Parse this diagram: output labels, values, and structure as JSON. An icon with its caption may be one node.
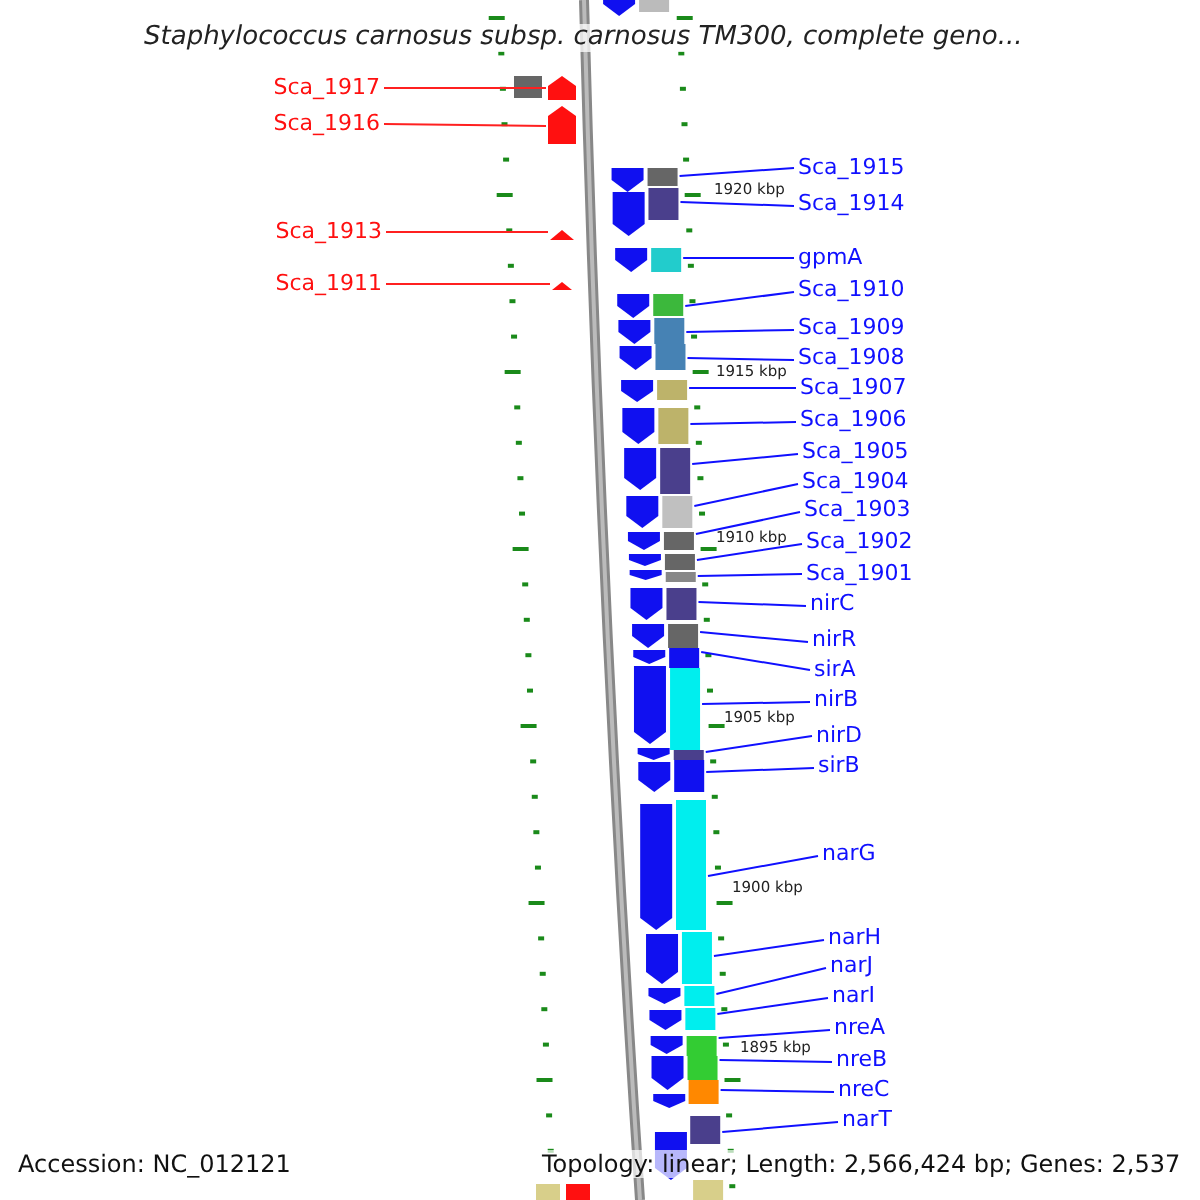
{
  "diagram": {
    "title": "Staphylococcus carnosus subsp. carnosus TM300, complete geno...",
    "nodes": [
      {
        "text": [
          "Sca_1917"
        ]
      },
      {
        "text": [
          "Sca_1916"
        ]
      },
      {
        "text": [
          "Sca_1915"
        ]
      },
      {
        "text": [
          "Sca_1914"
        ]
      },
      {
        "text": [
          "Sca_1913"
        ]
      },
      {
        "text": [
          "gpmA"
        ]
      },
      {
        "text": [
          "Sca_1911"
        ]
      },
      {
        "text": [
          "Sca_1910"
        ]
      },
      {
        "text": [
          "Sca_1909"
        ]
      },
      {
        "text": [
          "Sca_1908"
        ]
      },
      {
        "text": [
          "Sca_1907"
        ]
      },
      {
        "text": [
          "Sca_1906"
        ]
      },
      {
        "text": [
          "Sca_1905"
        ]
      },
      {
        "text": [
          "Sca_1904"
        ]
      },
      {
        "text": [
          "Sca_1903"
        ]
      },
      {
        "text": [
          "Sca_1902"
        ]
      },
      {
        "text": [
          "Sca_1901"
        ]
      },
      {
        "text": [
          "nirC"
        ]
      },
      {
        "text": [
          "nirR"
        ]
      },
      {
        "text": [
          "sirA"
        ]
      },
      {
        "text": [
          "nirB"
        ]
      },
      {
        "text": [
          "nirD"
        ]
      },
      {
        "text": [
          "sirB"
        ]
      },
      {
        "text": [
          "narG"
        ]
      },
      {
        "text": [
          "narH"
        ]
      },
      {
        "text": [
          "narJ"
        ]
      },
      {
        "text": [
          "narI"
        ]
      },
      {
        "text": [
          "nreA"
        ]
      },
      {
        "text": [
          "nreB"
        ]
      },
      {
        "text": [
          "nreC"
        ]
      },
      {
        "text": [
          "narT"
        ]
      },
      {
        "text": [],
        "shape": "box"
      },
      {
        "text": [],
        "shape": "box"
      },
      {
        "text": [],
        "shape": "box"
      },
      {
        "text": [],
        "shape": "box"
      },
      {
        "text": [],
        "shape": "box"
      },
      {
        "text": [],
        "shape": "box"
      },
      {
        "text": [],
        "shape": "box"
      },
      {
        "text": [],
        "shape": "box"
      },
      {
        "text": [],
        "shape": "box"
      },
      {
        "text": [],
        "shape": "box"
      },
      {
        "text": [],
        "shape": "box"
      },
      {
        "text": [],
        "shape": "box"
      },
      {
        "text": [],
        "shape": "box"
      },
      {
        "text": [],
        "shape": "box"
      },
      {
        "text": [],
        "shape": "box"
      },
      {
        "text": [],
        "shape": "box"
      },
      {
        "text": [],
        "shape": "box"
      },
      {
        "text": [],
        "shape": "box"
      },
      {
        "text": [],
        "shape": "box"
      },
      {
        "text": [],
        "shape": "box"
      },
      {
        "text": [],
        "shape": "box"
      },
      {
        "text": [],
        "shape": "box"
      },
      {
        "text": [],
        "shape": "box"
      },
      {
        "text": [],
        "shape": "box"
      },
      {
        "text": [],
        "shape": "box"
      },
      {
        "text": [],
        "shape": "box"
      },
      {
        "text": [],
        "shape": "box"
      },
      {
        "text": [],
        "shape": "box"
      },
      {
        "text": [],
        "shape": "box"
      },
      {
        "text": [],
        "shape": "box"
      },
      {
        "text": [],
        "shape": "box"
      }
    ],
    "edges": [
      {
        "from": 0,
        "to": 31,
        "arrow": "none",
        "color": "#ff2020"
      },
      {
        "from": 1,
        "to": 32,
        "arrow": "none",
        "color": "#ff2020"
      },
      {
        "from": 2,
        "to": 33,
        "arrow": "none"
      },
      {
        "from": 3,
        "to": 34,
        "arrow": "none"
      },
      {
        "from": 4,
        "to": 35,
        "arrow": "none",
        "color": "#ff2020"
      },
      {
        "from": 5,
        "to": 36,
        "arrow": "none"
      },
      {
        "from": 6,
        "to": 37,
        "arrow": "none",
        "color": "#ff2020"
      },
      {
        "from": 7,
        "to": 38,
        "arrow": "none"
      },
      {
        "from": 8,
        "to": 39,
        "arrow": "none"
      },
      {
        "from": 9,
        "to": 40,
        "arrow": "none"
      },
      {
        "from": 10,
        "to": 41,
        "arrow": "none"
      },
      {
        "from": 11,
        "to": 42,
        "arrow": "none"
      },
      {
        "from": 12,
        "to": 43,
        "arrow": "none"
      },
      {
        "from": 13,
        "to": 44,
        "arrow": "none"
      },
      {
        "from": 14,
        "to": 45,
        "arrow": "none"
      },
      {
        "from": 15,
        "to": 46,
        "arrow": "none"
      },
      {
        "from": 16,
        "to": 47,
        "arrow": "none"
      },
      {
        "from": 17,
        "to": 48,
        "arrow": "none"
      },
      {
        "from": 18,
        "to": 49,
        "arrow": "none"
      },
      {
        "from": 19,
        "to": 50,
        "arrow": "none"
      },
      {
        "from": 20,
        "to": 51,
        "arrow": "none"
      },
      {
        "from": 21,
        "to": 52,
        "arrow": "none"
      },
      {
        "from": 22,
        "to": 53,
        "arrow": "none"
      },
      {
        "from": 23,
        "to": 54,
        "arrow": "none"
      },
      {
        "from": 24,
        "to": 55,
        "arrow": "none"
      },
      {
        "from": 25,
        "to": 56,
        "arrow": "none"
      },
      {
        "from": 26,
        "to": 57,
        "arrow": "none"
      },
      {
        "from": 27,
        "to": 58,
        "arrow": "none"
      },
      {
        "from": 28,
        "to": 59,
        "arrow": "none"
      },
      {
        "from": 29,
        "to": 60,
        "arrow": "none"
      },
      {
        "from": 30,
        "to": 61,
        "arrow": "none"
      }
    ],
    "labels": [
      "1920 kbp",
      "1915 kbp",
      "1910 kbp",
      "1905 kbp",
      "1900 kbp",
      "1895 kbp",
      "Accession: NC_012121",
      "Topology: linear; Length: 2,566,424 bp; Genes: 2,537"
    ]
  }
}
